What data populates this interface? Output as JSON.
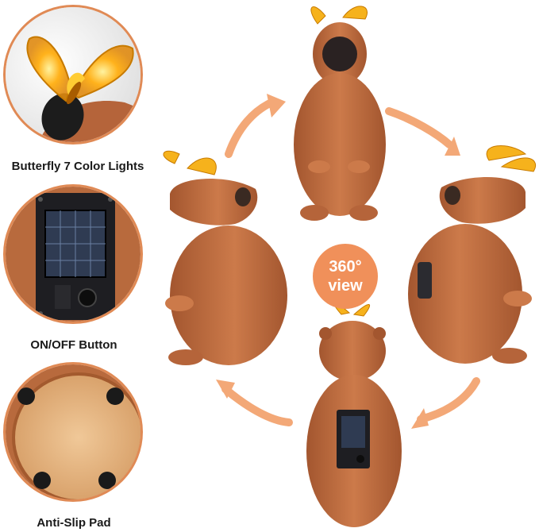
{
  "features": [
    {
      "label": "Butterfly 7 Color Lights",
      "icon": "butterfly-light-icon"
    },
    {
      "label": "ON/OFF Button",
      "icon": "solar-panel-icon"
    },
    {
      "label": "Anti-Slip Pad",
      "icon": "anti-slip-pad-icon"
    }
  ],
  "badge": {
    "line1": "360°",
    "line2": "view"
  },
  "colors": {
    "accent": "#f0905a",
    "arrow": "#f3a877",
    "fur": "#b5643a",
    "fur_light": "#cc7a4a",
    "butterfly": "#f6b21c",
    "panel": "#1e1e22"
  }
}
